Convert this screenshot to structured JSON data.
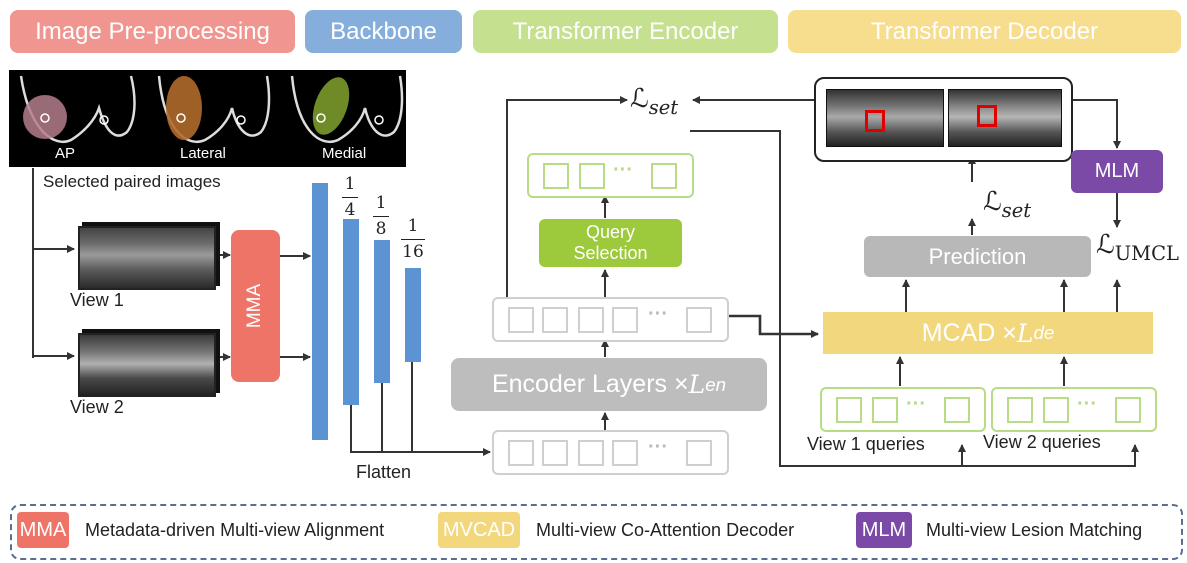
{
  "banners": {
    "preprocessing": "Image Pre-processing",
    "backbone": "Backbone",
    "encoder": "Transformer Encoder",
    "decoder": "Transformer Decoder"
  },
  "preprocessing": {
    "views": [
      "AP",
      "Lateral",
      "Medial"
    ],
    "caption": "Selected paired images",
    "view1_label": "View 1",
    "view2_label": "View 2",
    "mma_label": "MMA"
  },
  "backbone": {
    "scales": [
      {
        "num": "1",
        "den": "4"
      },
      {
        "num": "1",
        "den": "8"
      },
      {
        "num": "1",
        "den": "16"
      }
    ],
    "flatten_label": "Flatten"
  },
  "encoder": {
    "layers_text": "Encoder Layers × ",
    "layers_math": "L",
    "layers_sub": "en",
    "query_selection": "Query Selection",
    "loss_set": "ℒ",
    "loss_set_sub": "set",
    "dots": "···"
  },
  "decoder": {
    "mcad_text": "MCAD × ",
    "mcad_math": "L",
    "mcad_sub": "de",
    "prediction": "Prediction",
    "mlm": "MLM",
    "loss_set": "ℒ",
    "loss_set_sub": "set",
    "loss_umcl": "ℒ",
    "loss_umcl_sub": "UMCL",
    "view1_queries": "View 1 queries",
    "view2_queries": "View 2 queries",
    "dots": "···"
  },
  "legend": {
    "items": [
      {
        "abbr": "MMA",
        "text": "Metadata-driven Multi-view Alignment",
        "color": "#ee7468"
      },
      {
        "abbr": "MVCAD",
        "text": "Multi-view Co-Attention Decoder",
        "color": "#f3d77c"
      },
      {
        "abbr": "MLM",
        "text": "Multi-view Lesion Matching",
        "color": "#7b4aa6"
      }
    ]
  },
  "colors": {
    "preprocessing": "#f0958f",
    "backbone": "#86aedd",
    "encoder": "#c5e08e",
    "decoder": "#f7dd8e",
    "mma": "#ee7468",
    "backbone_bar": "#5b93d3",
    "encoder_layers": "#bdbdbd",
    "query_selection": "#9dca3c",
    "token_green": "#b7dc85",
    "token_gray": "#cfcfcf",
    "mcad": "#f3d77c",
    "prediction": "#b8b8b8",
    "mlm": "#7b4aa6"
  }
}
